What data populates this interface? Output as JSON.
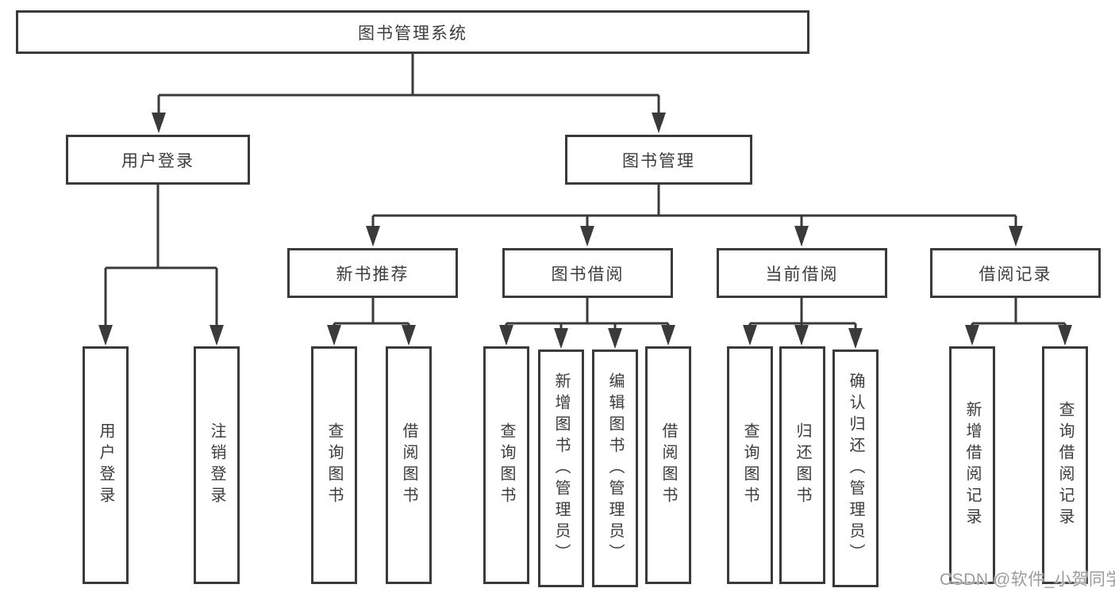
{
  "title": "图书管理系统",
  "watermark": "CSDN @软件_小贺同学",
  "colors": {
    "line": "#3a3a3a",
    "text": "#3c3c3c",
    "background": "#ffffff",
    "watermark": "#9c9c9c"
  },
  "nodes": {
    "root": {
      "label": "图书管理系统"
    },
    "user_login": {
      "label": "用户登录",
      "children": [
        {
          "label": "用户登录"
        },
        {
          "label": "注销登录"
        }
      ]
    },
    "book_mgmt": {
      "label": "图书管理"
    },
    "new_book": {
      "label": "新书推荐",
      "children": [
        {
          "label": "查询图书"
        },
        {
          "label": "借阅图书"
        }
      ]
    },
    "borrow": {
      "label": "图书借阅",
      "children": [
        {
          "label": "查询图书"
        },
        {
          "label": "新增图书（管理员）"
        },
        {
          "label": "编辑图书（管理员）"
        },
        {
          "label": "借阅图书"
        }
      ]
    },
    "current": {
      "label": "当前借阅",
      "children": [
        {
          "label": "查询图书"
        },
        {
          "label": "归还图书"
        },
        {
          "label": "确认归还（管理员）"
        }
      ]
    },
    "record": {
      "label": "借阅记录",
      "children": [
        {
          "label": "新增借阅记录"
        },
        {
          "label": "查询借阅记录"
        }
      ]
    }
  }
}
